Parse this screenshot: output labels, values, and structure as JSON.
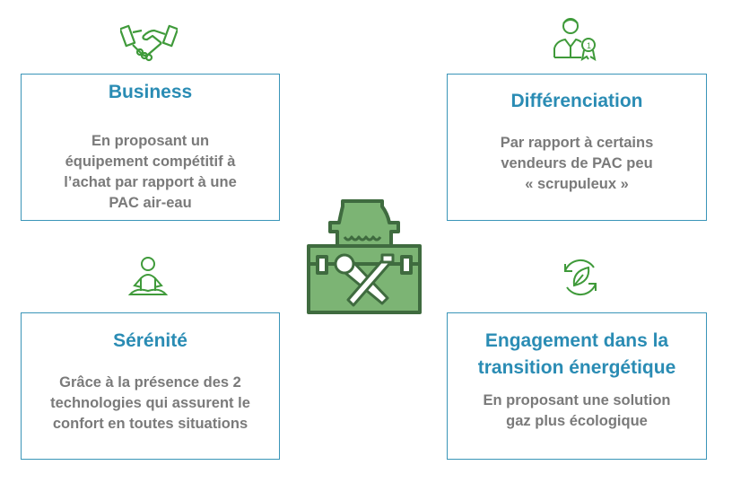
{
  "cards": [
    {
      "title": "Business",
      "body": [
        "En proposant un",
        "équipement compétitif à",
        "l’achat par rapport à une",
        "PAC air-eau"
      ]
    },
    {
      "title": "Différenciation",
      "body": [
        "Par rapport à certains",
        "vendeurs  de PAC peu",
        "« scrupuleux »"
      ]
    },
    {
      "title": "Sérénité",
      "body": [
        "Grâce à la présence des 2",
        "technologies qui assurent le",
        "confort en toutes situations"
      ]
    },
    {
      "title_lines": [
        "Engagement dans la",
        "transition énergétique"
      ],
      "body": [
        "En proposant une solution",
        "gaz plus écologique"
      ]
    }
  ],
  "colors": {
    "title": "#2a8cb4",
    "border": "#3a95b8",
    "body": "#7a7a7a",
    "icon_green": "#3f9a3a",
    "toolbox_fill": "#7cb474",
    "toolbox_stroke": "#3f6b3f"
  }
}
